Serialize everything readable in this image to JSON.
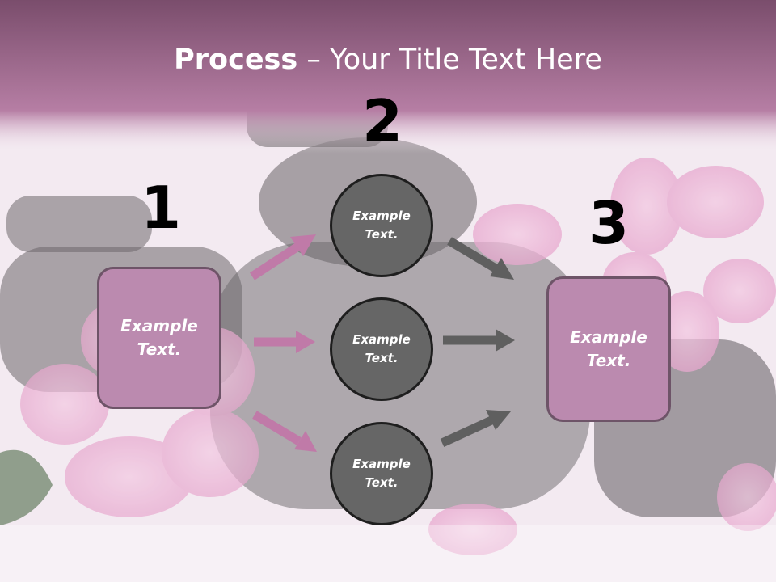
{
  "title": {
    "bold": "Process",
    "rest": " – Your Title Text Here"
  },
  "steps": [
    {
      "number": "1",
      "text": "Example\nText."
    },
    {
      "number": "2",
      "items": [
        "Example\nText.",
        "Example\nText.",
        "Example\nText."
      ]
    },
    {
      "number": "3",
      "text": "Example\nText."
    }
  ],
  "colors": {
    "header_band": "#8a5078",
    "box_fill": "#bb8aaf",
    "box_border": "#6e5468",
    "circle_fill": "#666666",
    "circle_border": "#1e1e1e",
    "pink_arrow": "#c07aa8",
    "gray_arrow": "#5f5f5f"
  }
}
